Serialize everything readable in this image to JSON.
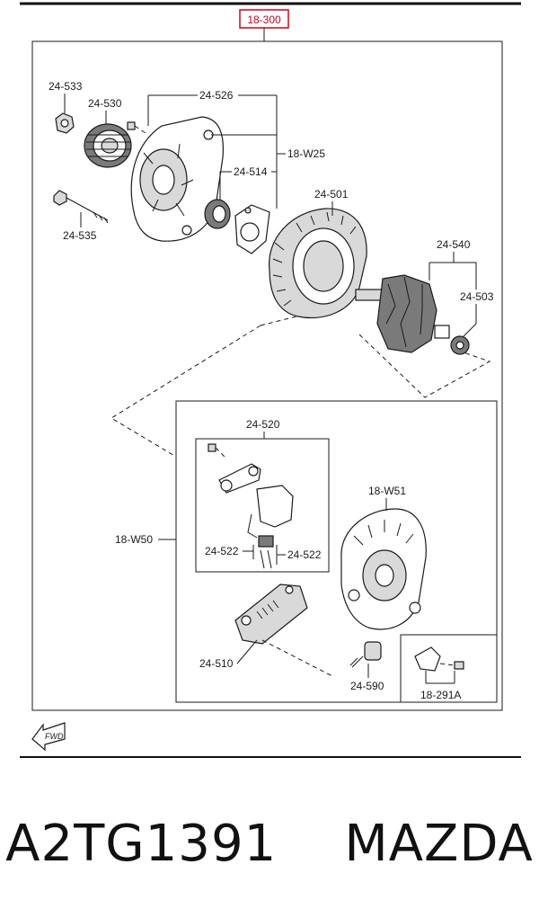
{
  "diagram": {
    "ref_code": "18-300",
    "fwd_label": "FWD",
    "labels": {
      "p24_533": "24-533",
      "p24_530": "24-530",
      "p24_526": "24-526",
      "p18_W25": "18-W25",
      "p24_514": "24-514",
      "p24_535": "24-535",
      "p24_501": "24-501",
      "p24_540": "24-540",
      "p24_503": "24-503",
      "p24_520": "24-520",
      "p18_W51": "18-W51",
      "p18_W50": "18-W50",
      "p24_522a": "24-522",
      "p24_522b": "24-522",
      "p24_510": "24-510",
      "p24_590": "24-590",
      "p18_291A": "18-291A"
    }
  },
  "caption": {
    "part_number": "A2TG1391",
    "brand": "MAZDA"
  },
  "colors": {
    "ref_box": "#d0021b",
    "line": "#1a1a1a"
  }
}
